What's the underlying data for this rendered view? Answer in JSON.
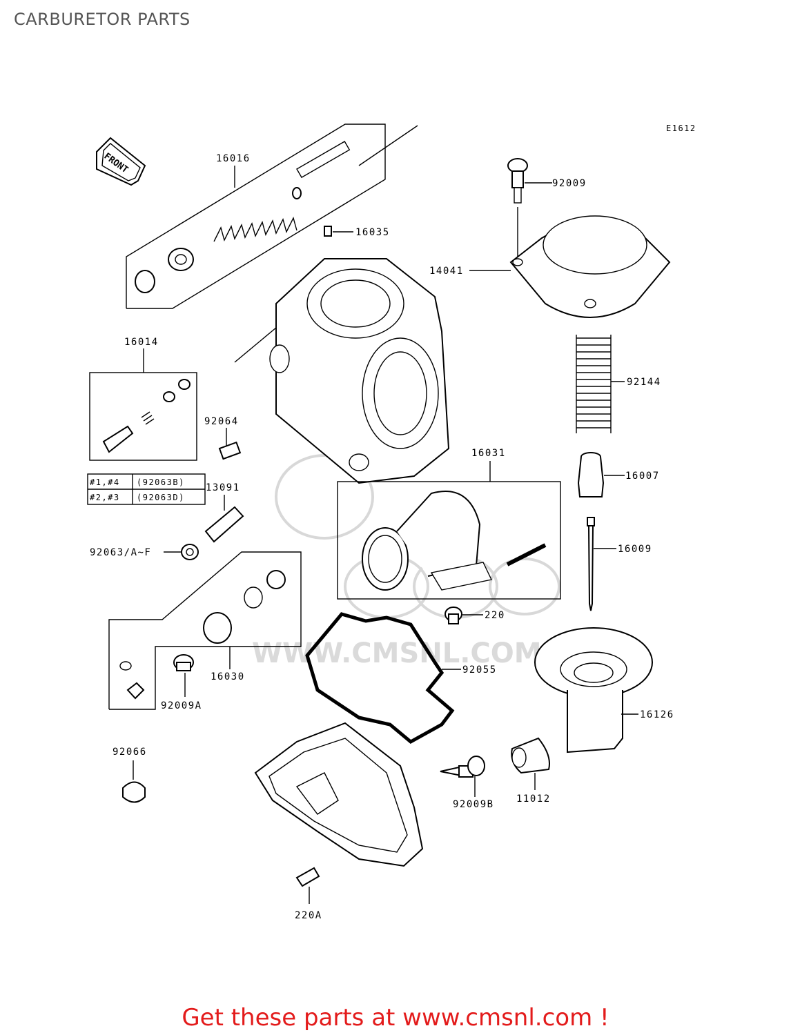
{
  "title": "CARBURETOR PARTS",
  "drawing_code": "E1612",
  "front_arrow_text": "FRONT",
  "watermark_text": "WWW.CMSNL.COM",
  "parts": {
    "p16016": "16016",
    "p16035": "16035",
    "p92009": "92009",
    "p14041": "14041",
    "p16014": "16014",
    "p92144": "92144",
    "p92064": "92064",
    "p16031": "16031",
    "p16007": "16007",
    "p13091": "13091",
    "p92063af": "92063/A~F",
    "p16009": "16009",
    "p220": "220",
    "p16030": "16030",
    "p92055": "92055",
    "p92009a": "92009A",
    "p16126": "16126",
    "p92066": "92066",
    "p92009b": "92009B",
    "p11012": "11012",
    "p220a": "220A"
  },
  "variant_table": {
    "rows": [
      {
        "cyl": "#1,#4",
        "part": "(92063B)"
      },
      {
        "cyl": "#2,#3",
        "part": "(92063D)"
      }
    ]
  },
  "footer": "Get these parts at www.cmsnl.com !",
  "colors": {
    "footer": "#e31b1b",
    "title": "#555555",
    "line": "#000000"
  }
}
